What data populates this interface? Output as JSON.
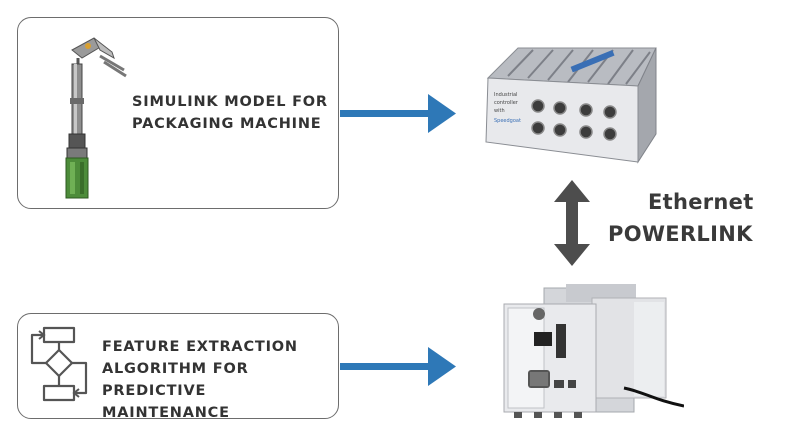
{
  "top_box": {
    "label": "SIMULINK MODEL FOR\nPACKAGING MACHINE",
    "icon": "robotic-gripper-arm"
  },
  "bottom_box": {
    "label": "FEATURE EXTRACTION\nALGORITHM FOR\nPREDICTIVE MAINTENANCE",
    "icon": "flowchart-icon"
  },
  "network": {
    "line1": "Ethernet",
    "line2": "POWERLINK"
  },
  "devices": {
    "top": "embedded-controller-box",
    "bottom": "plc-controller"
  },
  "colors": {
    "arrow_blue": "#2e78b7",
    "double_arrow": "#4d4d4d",
    "box_border": "#6d6d6d",
    "gripper_green": "#4d8c3a"
  }
}
